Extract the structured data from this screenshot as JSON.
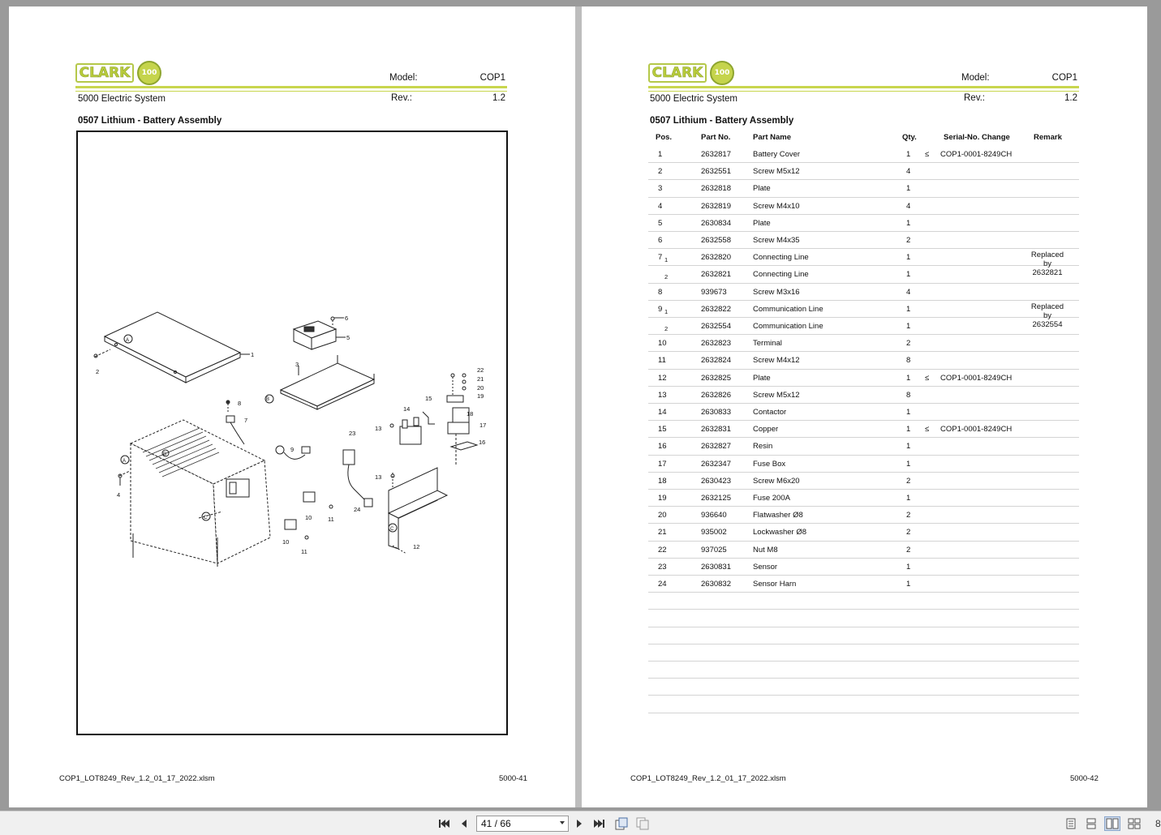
{
  "header": {
    "brand": "CLARK",
    "seal": "100",
    "model_label": "Model:",
    "model_value": "COP1",
    "rev_label": "Rev.:",
    "rev_value": "1.2",
    "system_title": "5000 Electric System",
    "section_title": "0507 Lithium - Battery Assembly"
  },
  "left_page": {
    "footer_file": "COP1_LOT8249_Rev_1.2_01_17_2022.xlsm",
    "footer_page": "5000-41",
    "callouts": [
      "1",
      "2",
      "3",
      "4",
      "5",
      "6",
      "7",
      "8",
      "9",
      "10",
      "11",
      "12",
      "13",
      "14",
      "15",
      "16",
      "17",
      "18",
      "19",
      "20",
      "21",
      "22",
      "23",
      "24",
      "13",
      "10",
      "11",
      "A",
      "A",
      "B",
      "B",
      "C",
      "C"
    ]
  },
  "right_page": {
    "footer_file": "COP1_LOT8249_Rev_1.2_01_17_2022.xlsm",
    "footer_page": "5000-42",
    "columns": {
      "pos": "Pos.",
      "part_no": "Part No.",
      "part_name": "Part Name",
      "qty": "Qty.",
      "serial": "Serial-No. Change",
      "remark": "Remark"
    },
    "rows": [
      {
        "pos": "1",
        "sub": "",
        "part": "2632817",
        "name": "Battery Cover",
        "qty": "1",
        "le": "≤",
        "sn": "COP1-0001-8249CH",
        "rem1": "",
        "rem2": ""
      },
      {
        "pos": "2",
        "sub": "",
        "part": "2632551",
        "name": "Screw M5x12",
        "qty": "4",
        "le": "",
        "sn": "",
        "rem1": "",
        "rem2": ""
      },
      {
        "pos": "3",
        "sub": "",
        "part": "2632818",
        "name": "Plate",
        "qty": "1",
        "le": "",
        "sn": "",
        "rem1": "",
        "rem2": ""
      },
      {
        "pos": "4",
        "sub": "",
        "part": "2632819",
        "name": "Screw M4x10",
        "qty": "4",
        "le": "",
        "sn": "",
        "rem1": "",
        "rem2": ""
      },
      {
        "pos": "5",
        "sub": "",
        "part": "2630834",
        "name": "Plate",
        "qty": "1",
        "le": "",
        "sn": "",
        "rem1": "",
        "rem2": ""
      },
      {
        "pos": "6",
        "sub": "",
        "part": "2632558",
        "name": "Screw M4x35",
        "qty": "2",
        "le": "",
        "sn": "",
        "rem1": "",
        "rem2": ""
      },
      {
        "pos": "7",
        "sub": "1",
        "part": "2632820",
        "name": "Connecting Line",
        "qty": "1",
        "le": "",
        "sn": "",
        "rem1": "Replaced by",
        "rem2": "2632821"
      },
      {
        "pos": "",
        "sub": "2",
        "part": "2632821",
        "name": "Connecting Line",
        "qty": "1",
        "le": "",
        "sn": "",
        "rem1": "",
        "rem2": ""
      },
      {
        "pos": "8",
        "sub": "",
        "part": "939673",
        "name": "Screw M3x16",
        "qty": "4",
        "le": "",
        "sn": "",
        "rem1": "",
        "rem2": ""
      },
      {
        "pos": "9",
        "sub": "1",
        "part": "2632822",
        "name": "Communication Line",
        "qty": "1",
        "le": "",
        "sn": "",
        "rem1": "Replaced by",
        "rem2": "2632554"
      },
      {
        "pos": "",
        "sub": "2",
        "part": "2632554",
        "name": "Communication Line",
        "qty": "1",
        "le": "",
        "sn": "",
        "rem1": "",
        "rem2": ""
      },
      {
        "pos": "10",
        "sub": "",
        "part": "2632823",
        "name": "Terminal",
        "qty": "2",
        "le": "",
        "sn": "",
        "rem1": "",
        "rem2": ""
      },
      {
        "pos": "11",
        "sub": "",
        "part": "2632824",
        "name": "Screw M4x12",
        "qty": "8",
        "le": "",
        "sn": "",
        "rem1": "",
        "rem2": ""
      },
      {
        "pos": "12",
        "sub": "",
        "part": "2632825",
        "name": "Plate",
        "qty": "1",
        "le": "≤",
        "sn": "COP1-0001-8249CH",
        "rem1": "",
        "rem2": ""
      },
      {
        "pos": "13",
        "sub": "",
        "part": "2632826",
        "name": "Screw M5x12",
        "qty": "8",
        "le": "",
        "sn": "",
        "rem1": "",
        "rem2": ""
      },
      {
        "pos": "14",
        "sub": "",
        "part": "2630833",
        "name": "Contactor",
        "qty": "1",
        "le": "",
        "sn": "",
        "rem1": "",
        "rem2": ""
      },
      {
        "pos": "15",
        "sub": "",
        "part": "2632831",
        "name": "Copper",
        "qty": "1",
        "le": "≤",
        "sn": "COP1-0001-8249CH",
        "rem1": "",
        "rem2": ""
      },
      {
        "pos": "16",
        "sub": "",
        "part": "2632827",
        "name": "Resin",
        "qty": "1",
        "le": "",
        "sn": "",
        "rem1": "",
        "rem2": ""
      },
      {
        "pos": "17",
        "sub": "",
        "part": "2632347",
        "name": "Fuse Box",
        "qty": "1",
        "le": "",
        "sn": "",
        "rem1": "",
        "rem2": ""
      },
      {
        "pos": "18",
        "sub": "",
        "part": "2630423",
        "name": "Screw M6x20",
        "qty": "2",
        "le": "",
        "sn": "",
        "rem1": "",
        "rem2": ""
      },
      {
        "pos": "19",
        "sub": "",
        "part": "2632125",
        "name": "Fuse 200A",
        "qty": "1",
        "le": "",
        "sn": "",
        "rem1": "",
        "rem2": ""
      },
      {
        "pos": "20",
        "sub": "",
        "part": "936640",
        "name": "Flatwasher Ø8",
        "qty": "2",
        "le": "",
        "sn": "",
        "rem1": "",
        "rem2": ""
      },
      {
        "pos": "21",
        "sub": "",
        "part": "935002",
        "name": "Lockwasher Ø8",
        "qty": "2",
        "le": "",
        "sn": "",
        "rem1": "",
        "rem2": ""
      },
      {
        "pos": "22",
        "sub": "",
        "part": "937025",
        "name": "Nut M8",
        "qty": "2",
        "le": "",
        "sn": "",
        "rem1": "",
        "rem2": ""
      },
      {
        "pos": "23",
        "sub": "",
        "part": "2630831",
        "name": "Sensor",
        "qty": "1",
        "le": "",
        "sn": "",
        "rem1": "",
        "rem2": ""
      },
      {
        "pos": "24",
        "sub": "",
        "part": "2630832",
        "name": "Sensor Harn",
        "qty": "1",
        "le": "",
        "sn": "",
        "rem1": "",
        "rem2": ""
      }
    ],
    "empty_rows": 7
  },
  "toolbar": {
    "page_value": "41 / 66",
    "edge_text": "8",
    "icons": [
      "first-page-icon",
      "prev-page-icon",
      "next-page-icon",
      "last-page-icon",
      "rotate-icon",
      "link-icon",
      "single-page-view-icon",
      "continuous-view-icon",
      "two-page-view-icon",
      "two-page-continuous-view-icon"
    ]
  }
}
